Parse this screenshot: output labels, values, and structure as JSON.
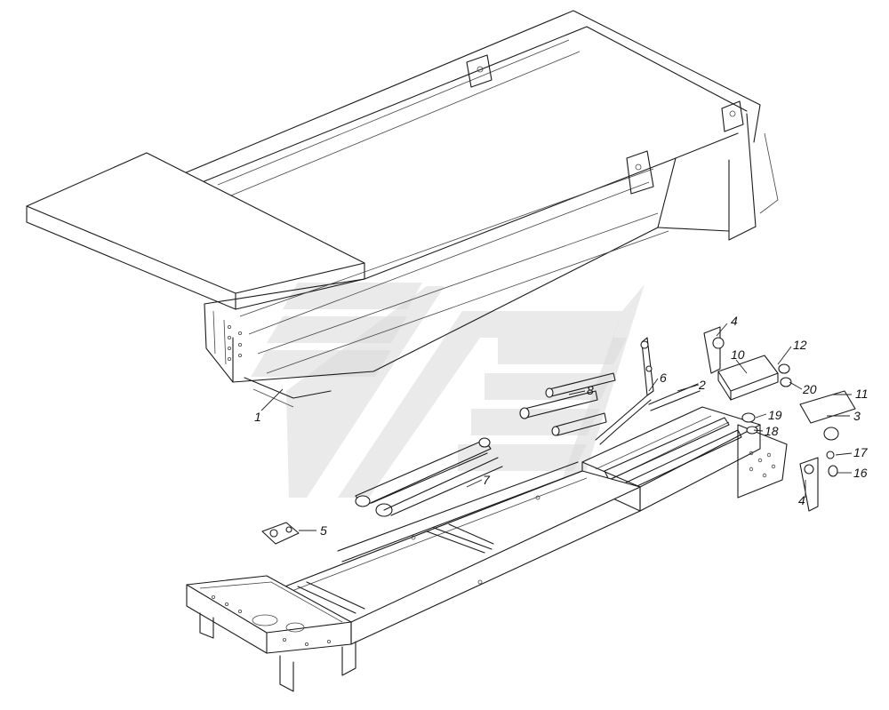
{
  "diagram": {
    "callouts": [
      {
        "id": "c1",
        "label": "1"
      },
      {
        "id": "c2",
        "label": "2"
      },
      {
        "id": "c3",
        "label": "3"
      },
      {
        "id": "c4a",
        "label": "4"
      },
      {
        "id": "c4b",
        "label": "4"
      },
      {
        "id": "c5",
        "label": "5"
      },
      {
        "id": "c6",
        "label": "6"
      },
      {
        "id": "c7",
        "label": "7"
      },
      {
        "id": "c8",
        "label": "8"
      },
      {
        "id": "c10",
        "label": "10"
      },
      {
        "id": "c11",
        "label": "11"
      },
      {
        "id": "c12",
        "label": "12"
      },
      {
        "id": "c16",
        "label": "16"
      },
      {
        "id": "c17",
        "label": "17"
      },
      {
        "id": "c18",
        "label": "18"
      },
      {
        "id": "c19",
        "label": "19"
      },
      {
        "id": "c20",
        "label": "20"
      }
    ],
    "colors": {
      "line": "#1a1a1a",
      "watermark": "#d8d8d8",
      "background": "#ffffff"
    }
  }
}
